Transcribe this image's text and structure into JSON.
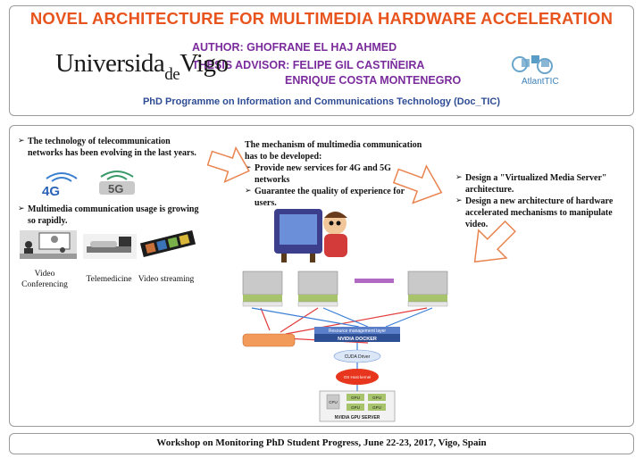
{
  "header": {
    "title": "NOVEL  ARCHITECTURE FOR  MULTIMEDIA HARDWARE ACCELERATION",
    "author": "AUTHOR: GHOFRANE EL HAJ AHMED",
    "advisor_1": "THESIS ADVISOR: FELIPE GIL CASTIÑEIRA",
    "advisor_2": "ENRIQUE COSTA MONTENEGRO",
    "programme": "PhD Programme on Information and Communications Technology (Doc_TIC)",
    "logo_left_a": "Universida",
    "logo_left_de": "de",
    "logo_left_b": "Vigo",
    "logo_right": "AtlantTIC"
  },
  "left": {
    "bullet_1": "The technology of telecommunication networks has been evolving in the last years.",
    "badge_4g": "4G",
    "badge_5g": "5G",
    "bullet_2": "Multimedia communication  usage is growing so rapidly.",
    "caption_video_conf": "Video Conferencing",
    "caption_telemedicine": "Telemedicine",
    "caption_streaming": "Video streaming"
  },
  "middle": {
    "intro": "The mechanism of multimedia communication has to be developed:",
    "bullet_1": "Provide new services for 4G and 5G networks",
    "bullet_2": " Guarantee the quality of experience for users."
  },
  "right": {
    "bullet_1": "Design a \"Virtualized Media Server\" architecture.",
    "bullet_2": "Design a  new architecture of hardware accelerated mechanisms to manipulate video."
  },
  "diagram": {
    "server_label": "NVIDIA GPU SERVER",
    "docker_label": "NVIDIA DOCKER",
    "resource_layer": "Resource management layer",
    "cuda_driver": "CUDA Driver",
    "host_kernel": "OS Host kernel",
    "gpu_1": "GPU",
    "gpu_2": "GPU",
    "gpu_3": "GPU",
    "gpu_4": "GPU",
    "cpu": "CPU"
  },
  "footer": {
    "text": "Workshop on Monitoring PhD Student Progress, June 22-23, 2017, Vigo, Spain"
  },
  "colors": {
    "title": "#e8541e",
    "names": "#7a2b9c",
    "programme": "#2e4c94",
    "arrow_fill": "#ffffff",
    "arrow_stroke": "#e9844f"
  }
}
